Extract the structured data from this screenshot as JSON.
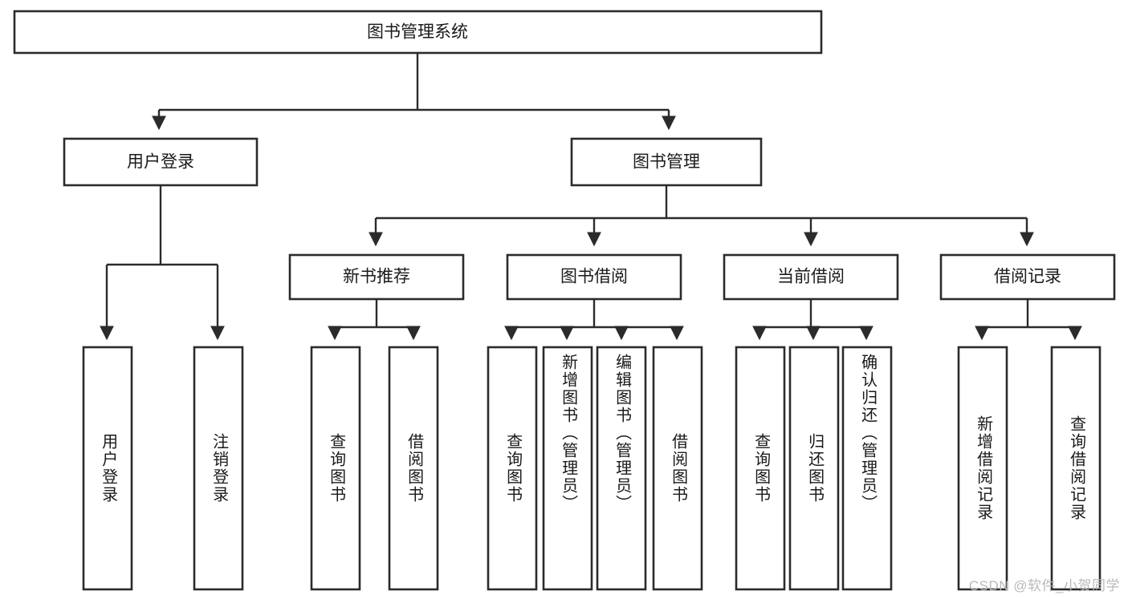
{
  "diagram": {
    "type": "tree-hierarchy-chart",
    "title": "图书管理系统",
    "watermark": "CSDN @软件_小贺同学",
    "colors": {
      "stroke": "#2b2b2b",
      "fill": "#ffffff",
      "text": "#1a1a1a",
      "watermark": "#b9b9b9"
    },
    "levels": {
      "root": {
        "label": "图书管理系统"
      },
      "level2": [
        {
          "id": "user-login",
          "label": "用户登录"
        },
        {
          "id": "book-manage",
          "label": "图书管理"
        }
      ],
      "level3": [
        {
          "id": "new-book-recommend",
          "label": "新书推荐"
        },
        {
          "id": "book-borrow",
          "label": "图书借阅"
        },
        {
          "id": "current-borrow",
          "label": "当前借阅"
        },
        {
          "id": "borrow-record",
          "label": "借阅记录"
        }
      ],
      "leaves": [
        {
          "id": "leaf-user-login",
          "label": "用户登录",
          "parent": "user-login"
        },
        {
          "id": "leaf-logout-login",
          "label": "注销登录",
          "parent": "user-login"
        },
        {
          "id": "leaf-query-book-1",
          "label": "查询图书",
          "parent": "new-book-recommend"
        },
        {
          "id": "leaf-borrow-book-1",
          "label": "借阅图书",
          "parent": "new-book-recommend"
        },
        {
          "id": "leaf-query-book-2",
          "label": "查询图书",
          "parent": "book-borrow"
        },
        {
          "id": "leaf-add-book",
          "label": "新增图书（管理员）",
          "parent": "book-borrow"
        },
        {
          "id": "leaf-edit-book",
          "label": "编辑图书（管理员）",
          "parent": "book-borrow"
        },
        {
          "id": "leaf-borrow-book-2",
          "label": "借阅图书",
          "parent": "book-borrow"
        },
        {
          "id": "leaf-query-book-3",
          "label": "查询图书",
          "parent": "current-borrow"
        },
        {
          "id": "leaf-return-book",
          "label": "归还图书",
          "parent": "current-borrow"
        },
        {
          "id": "leaf-confirm-return",
          "label": "确认归还（管理员）",
          "parent": "current-borrow"
        },
        {
          "id": "leaf-add-record",
          "label": "新增借阅记录",
          "parent": "borrow-record"
        },
        {
          "id": "leaf-query-record",
          "label": "查询借阅记录",
          "parent": "borrow-record"
        }
      ]
    }
  }
}
